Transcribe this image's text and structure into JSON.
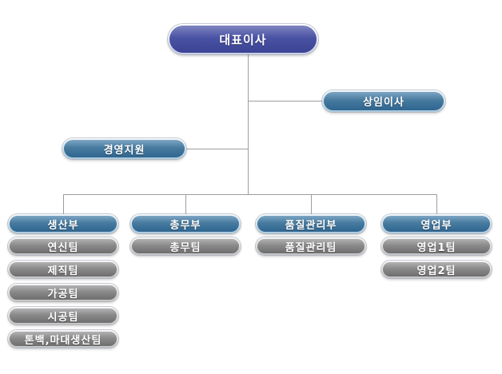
{
  "org_chart": {
    "root": {
      "label": "대표이사"
    },
    "advisors": [
      {
        "label": "상임이사",
        "side": "right"
      },
      {
        "label": "경영지원",
        "side": "left"
      }
    ],
    "departments": [
      {
        "label": "생산부",
        "teams": [
          "연신팀",
          "제직팀",
          "가공팀",
          "시공팀",
          "톤백,마대생산팀"
        ]
      },
      {
        "label": "총무부",
        "teams": [
          "총무팀"
        ]
      },
      {
        "label": "품질관리부",
        "teams": [
          "품질관리팀"
        ]
      },
      {
        "label": "영업부",
        "teams": [
          "영업1팀",
          "영업2팀"
        ]
      }
    ]
  },
  "colors": {
    "ceo_grad_top": "#7e85c0",
    "ceo_grad_bottom": "#3b4394",
    "dept_grad_top": "#7ea6c4",
    "dept_grad_bottom": "#2f6590",
    "team_grad_top": "#b3b3b3",
    "team_grad_bottom": "#6e6e6e",
    "line": "#9e9e9e"
  }
}
